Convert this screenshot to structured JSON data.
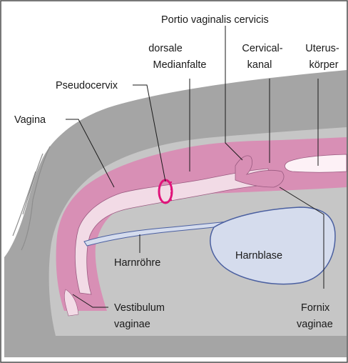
{
  "labels": {
    "portio": "Portio vaginalis cervicis",
    "dorsale_line1": "dorsale",
    "dorsale_line2": "Medianfalte",
    "cervical_line1": "Cervical-",
    "cervical_line2": "kanal",
    "uterus_line1": "Uterus-",
    "uterus_line2": "körper",
    "pseudocervix": "Pseudocervix",
    "vagina": "Vagina",
    "harnroehre": "Harnröhre",
    "harnblase": "Harnblase",
    "vestibulum_line1": "Vestibulum",
    "vestibulum_line2": "vaginae",
    "fornix_line1": "Fornix",
    "fornix_line2": "vaginae"
  },
  "colors": {
    "background_tissue": "#a5a5a5",
    "body_wall": "#c6c6c6",
    "tract_wall": "#d88fb5",
    "lumen": "#f2dbe6",
    "uterine_cavity": "#fdf1f6",
    "bladder": "#d5dced",
    "bladder_outline": "#4a5fa0",
    "pseudocervix_ring": "#e0147a",
    "frame": "#4a4a4a"
  }
}
